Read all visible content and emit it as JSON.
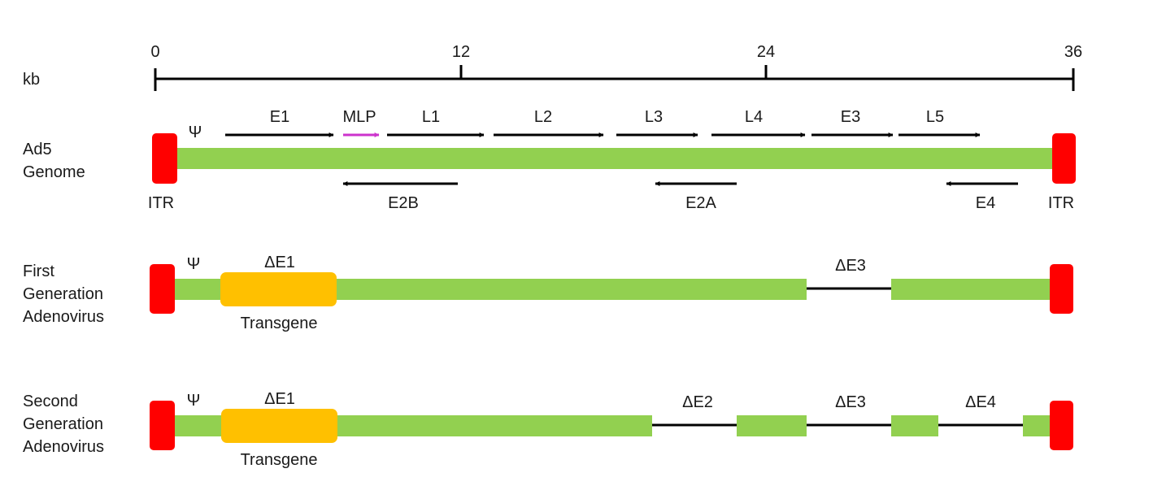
{
  "scale": {
    "unit_label": "kb",
    "ticks": [
      "0",
      "12",
      "24",
      "36"
    ]
  },
  "colors": {
    "genome": "#92d050",
    "itr": "#ff0000",
    "transgene": "#ffc000",
    "mlp_arrow": "#cc33cc",
    "line": "#000000"
  },
  "ad5": {
    "label_line1": "Ad5",
    "label_line2": "Genome",
    "psi": "Ψ",
    "itr_left": "ITR",
    "itr_right": "ITR",
    "forward_genes": {
      "e1": "E1",
      "mlp": "MLP",
      "l1": "L1",
      "l2": "L2",
      "l3": "L3",
      "l4": "L4",
      "e3": "E3",
      "l5": "L5"
    },
    "reverse_genes": {
      "e2b": "E2B",
      "e2a": "E2A",
      "e4": "E4"
    }
  },
  "first_gen": {
    "label_line1": "First",
    "label_line2": "Generation",
    "label_line3": "Adenovirus",
    "psi": "Ψ",
    "delta_e1": "ΔE1",
    "transgene": "Transgene",
    "delta_e3": "ΔE3"
  },
  "second_gen": {
    "label_line1": "Second",
    "label_line2": "Generation",
    "label_line3": "Adenovirus",
    "psi": "Ψ",
    "delta_e1": "ΔE1",
    "transgene": "Transgene",
    "delta_e2": "ΔE2",
    "delta_e3": "ΔE3",
    "delta_e4": "ΔE4"
  }
}
